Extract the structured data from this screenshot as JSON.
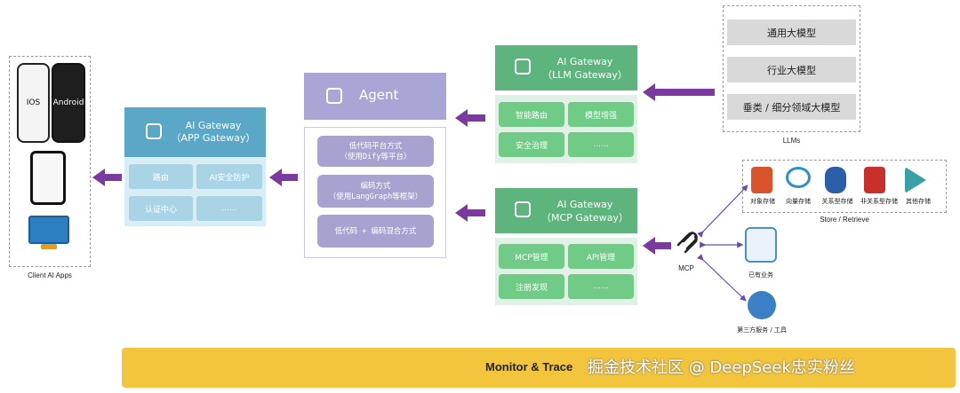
{
  "client": {
    "devices": [
      "IOS",
      "Android"
    ],
    "caption": "Client AI Apps"
  },
  "app_gateway": {
    "title_line1": "AI Gateway",
    "title_line2": "（APP Gateway）",
    "items": [
      "路由",
      "AI安全防护",
      "认证中心",
      "......"
    ]
  },
  "agent": {
    "title": "Agent",
    "items": [
      {
        "line1": "低代码平台方式",
        "line2": "（使用Dify等平台）"
      },
      {
        "line1": "编码方式",
        "line2": "（使用LangGraph等框架）"
      },
      {
        "line1": "低代码 + 编码混合方式",
        "line2": ""
      }
    ]
  },
  "llm_gateway": {
    "title_line1": "AI Gateway",
    "title_line2": "（LLM Gateway）",
    "items": [
      "智能路由",
      "模型增强",
      "安全治理",
      "......"
    ]
  },
  "mcp_gateway": {
    "title_line1": "AI Gateway",
    "title_line2": "（MCP Gateway）",
    "items": [
      "MCP管理",
      "API管理",
      "注册发现",
      "......"
    ]
  },
  "llms": {
    "items": [
      "通用大模型",
      "行业大模型",
      "垂类 / 细分领域大模型"
    ],
    "caption": "LLMs"
  },
  "storage": {
    "items": [
      "对象存储",
      "向量存储",
      "关系型存储",
      "非关系型存储",
      "其他存储"
    ],
    "caption": "Store / Retrieve",
    "colors": [
      "#d9542b",
      "#2a8fd0",
      "#2a5fa8",
      "#c9302c",
      "#3aa0a8"
    ]
  },
  "mcp": {
    "label": "MCP"
  },
  "existing_business": {
    "label": "已有业务"
  },
  "third_party": {
    "label": "第三方服务 / 工具"
  },
  "monitor": {
    "label": "Monitor & Trace"
  },
  "watermark": {
    "text": "掘金技术社区 @ DeepSeek忠实粉丝"
  },
  "colors": {
    "arrow": "#7a3aa0",
    "link": "#6a4bb0"
  }
}
